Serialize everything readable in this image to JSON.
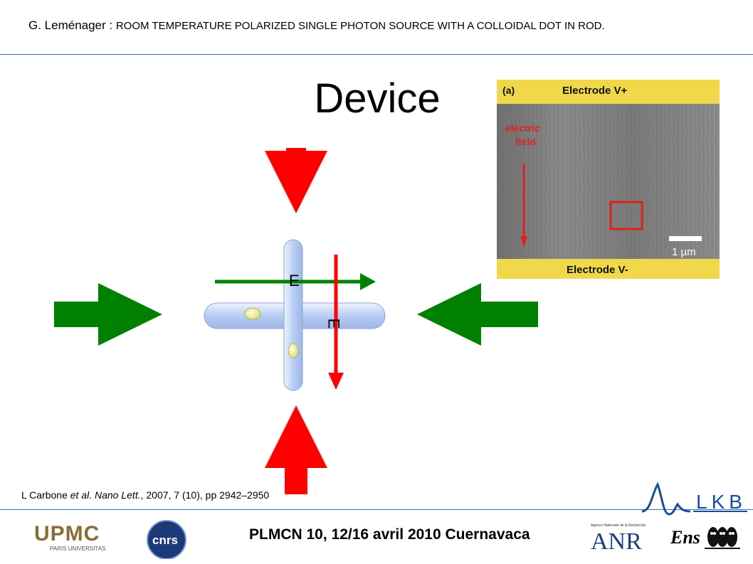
{
  "header": {
    "author": "G. Leménager : ",
    "title": "ROOM TEMPERATURE POLARIZED SINGLE PHOTON SOURCE WITH A COLLOIDAL DOT IN ROD."
  },
  "slide": {
    "title": "Device"
  },
  "diagram": {
    "field_label_horizontal": "E",
    "field_label_vertical": "E"
  },
  "micrograph": {
    "panel_label": "(a)",
    "electrode_top": "Electrode V+",
    "electrode_bottom": "Electrode V-",
    "field_label_line1": "electric",
    "field_label_line2": "field",
    "scale_bar": "1 µm"
  },
  "citation": {
    "authors": "L Carbone ",
    "etal": "et al.",
    "journal": " Nano Lett.",
    "rest": ", 2007, 7 (10), pp 2942–2950"
  },
  "footer": {
    "text": "PLMCN 10, 12/16 avril 2010 Cuernavaca"
  },
  "logos": {
    "upmc": "UPMC",
    "upmc_sub": "PARIS UNIVERSITAS",
    "cnrs": "cnrs",
    "lkb": "LKB",
    "anr": "ANR",
    "anr_sub": "Agence Nationale de la Recherche",
    "ens": "Ens"
  },
  "colors": {
    "rule": "#3a6ea5",
    "red_arrow": "#ff0000",
    "green_arrow": "#008000",
    "rod": "#c6d4f5",
    "electrode": "#f0d84a"
  }
}
